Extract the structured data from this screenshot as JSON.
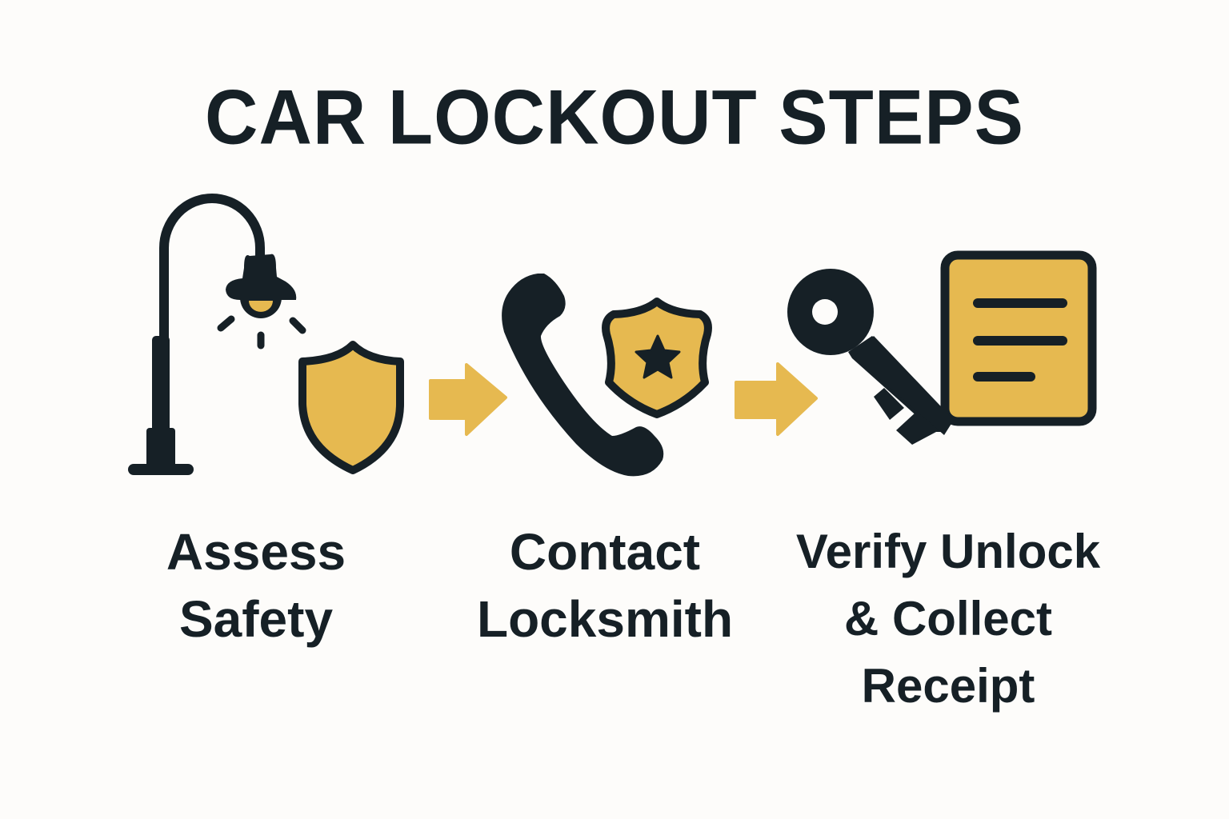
{
  "title": "CAR LOCKOUT STEPS",
  "colors": {
    "background": "#fdfcfa",
    "dark": "#162026",
    "accent": "#e6b950"
  },
  "steps": [
    {
      "index": 1,
      "icons": [
        "street-lamp-icon",
        "shield-icon"
      ],
      "label_lines": [
        "Assess",
        "Safety"
      ]
    },
    {
      "index": 2,
      "icons": [
        "phone-icon",
        "police-badge-icon"
      ],
      "label_lines": [
        "Contact",
        "Locksmith"
      ]
    },
    {
      "index": 3,
      "icons": [
        "key-icon",
        "receipt-document-icon"
      ],
      "label_lines": [
        "Verify Unlock",
        "& Collect",
        "Receipt"
      ]
    }
  ],
  "connectors": [
    {
      "from": 1,
      "to": 2,
      "icon": "arrow-right-icon"
    },
    {
      "from": 2,
      "to": 3,
      "icon": "arrow-right-icon"
    }
  ]
}
